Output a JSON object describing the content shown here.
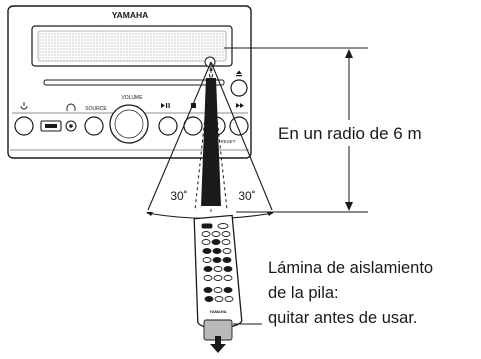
{
  "diagram": {
    "brand": "YAMAHA",
    "device_labels": {
      "volume": "VOLUME",
      "source": "SOURCE",
      "reset": "RESET"
    },
    "angle_left": "30˚",
    "angle_right": "30˚",
    "range_label": "En un radio de 6 m",
    "insulation_label": [
      "Lámina de aislamiento",
      "de la pila:",
      "quitar antes de usar."
    ],
    "colors": {
      "line": "#1a1a1a",
      "device": "#ffffff",
      "tab": "#b9b9b9"
    },
    "icons": [
      "power-icon",
      "headphones-icon",
      "eject-icon",
      "play-pause-icon",
      "stop-icon",
      "usb-port-icon",
      "down-arrow-icon"
    ]
  }
}
